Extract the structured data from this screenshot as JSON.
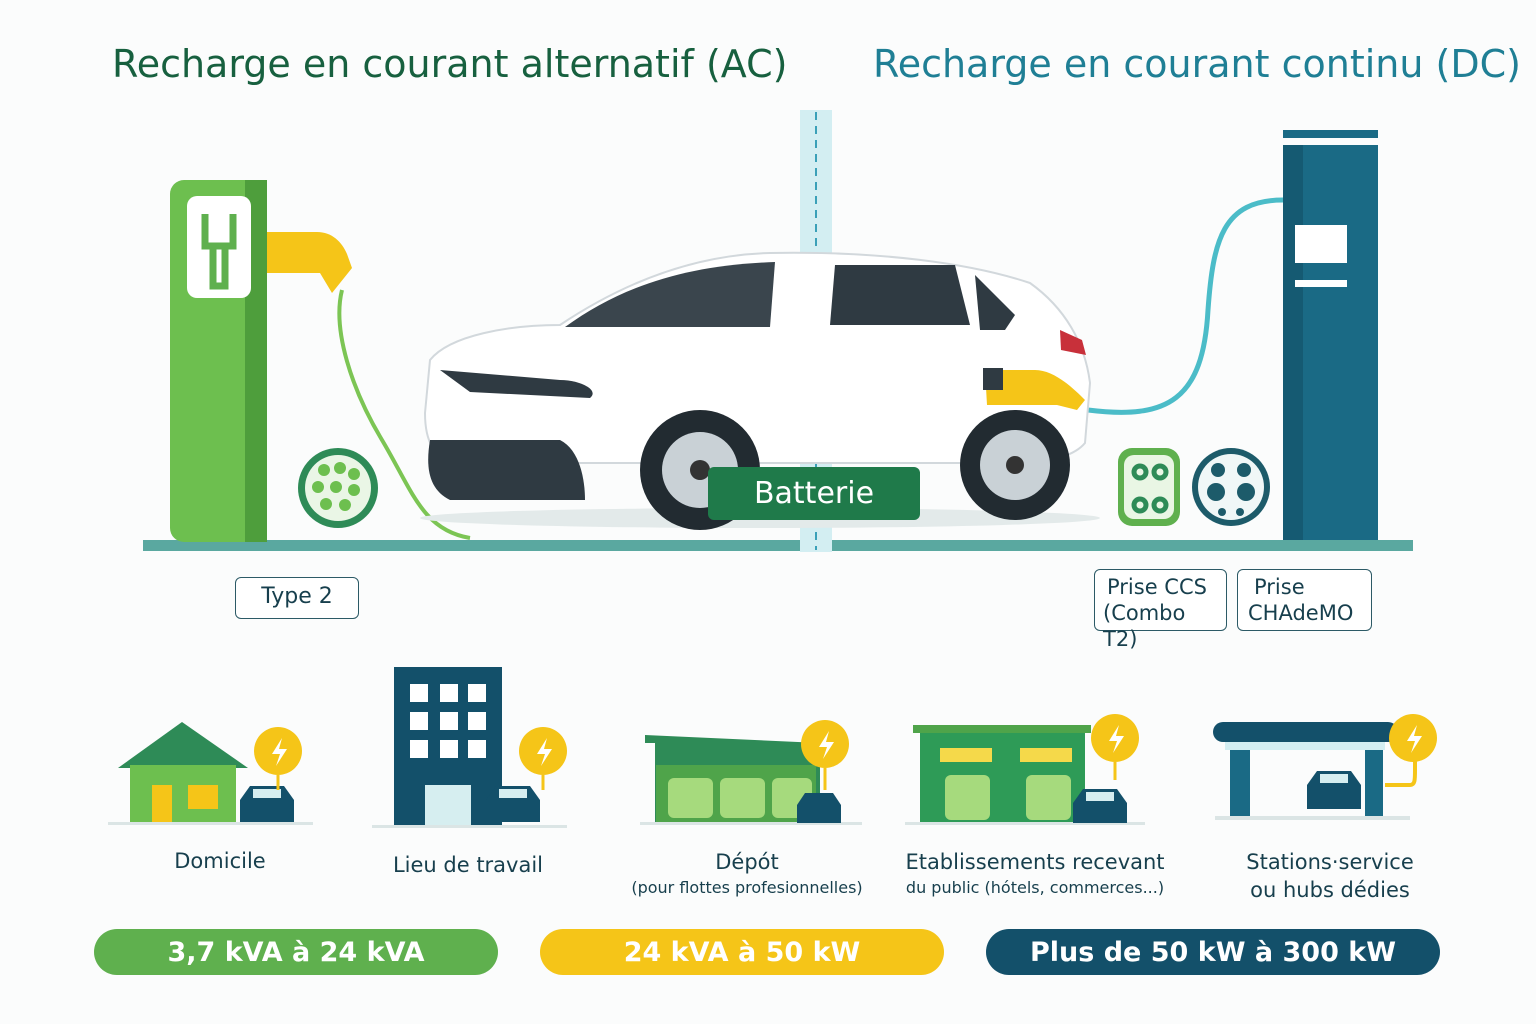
{
  "titles": {
    "ac": "Recharge en courant alternatif (AC)",
    "dc": "Recharge en courant continu (DC)"
  },
  "labels": {
    "battery": "Batterie",
    "type2": "Type 2",
    "ccs_line1": "Prise CCS",
    "ccs_line2": "(Combo T2)",
    "chademo_line1": "Prise",
    "chademo_line2": "CHAdeMO"
  },
  "locations": [
    {
      "name": "Domicile",
      "sub": ""
    },
    {
      "name": "Lieu de travail",
      "sub": ""
    },
    {
      "name": "Dépót",
      "sub": "(pour flottes profesionnelles)"
    },
    {
      "name": "Etablissements recevant",
      "sub": "du public (hótels, commerces...)"
    },
    {
      "name": "Stations·service",
      "sub": "ou hubs dédies"
    }
  ],
  "power_ranges": [
    {
      "label": "3,7 kVA à 24 kVA",
      "color": "#5fb04e"
    },
    {
      "label": "24 kVA à 50 kW",
      "color": "#f5c518"
    },
    {
      "label": "Plus de 50 kW à 300 kW",
      "color": "#13506a"
    }
  ],
  "colors": {
    "ac": "#17603f",
    "dc": "#1f7f95",
    "green": "#5fb04e",
    "yellow": "#f5c518",
    "navy": "#13506a"
  }
}
